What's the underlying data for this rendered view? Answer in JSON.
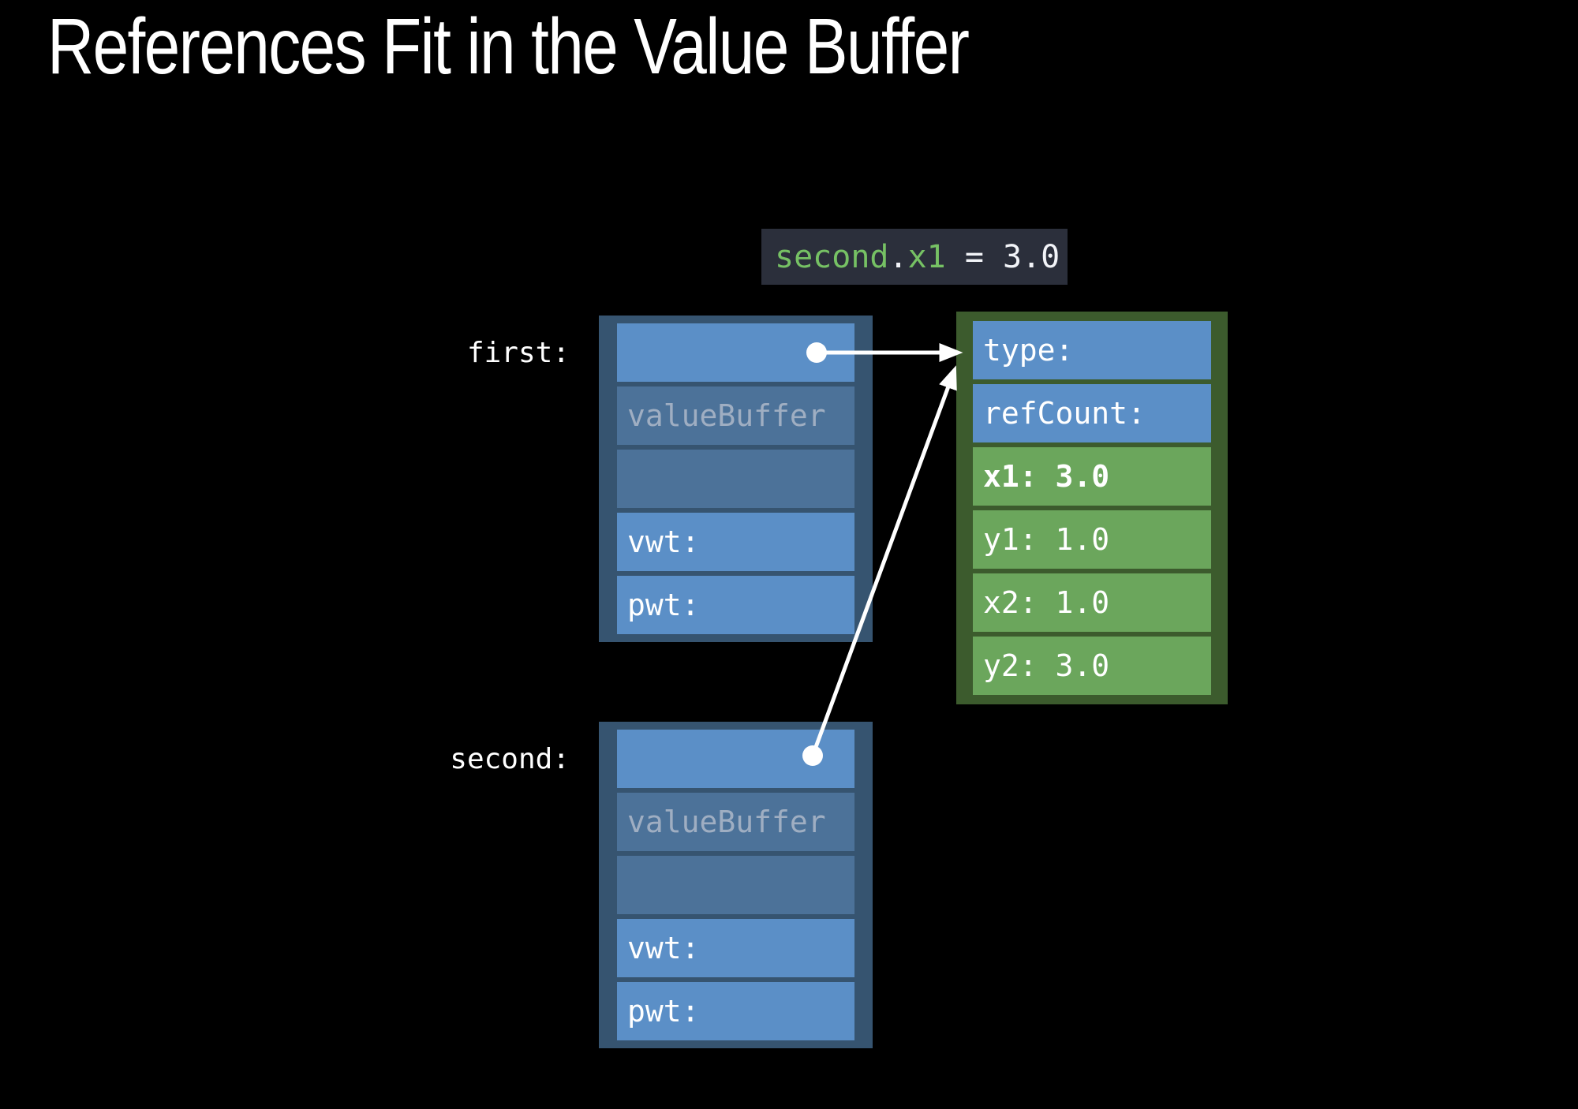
{
  "title": "References Fit in the Value Buffer",
  "code_annotation": {
    "full_text": "second.x1 = 3.0",
    "object": "second",
    "dot": ".",
    "property": "x1",
    "assignment": " = 3.0"
  },
  "first_box": {
    "label": "first:",
    "rows": [
      {
        "text": "",
        "style": "bright-blue-reference-slot"
      },
      {
        "text": "valueBuffer",
        "style": "muted-blue"
      },
      {
        "text": "",
        "style": "muted-blue"
      },
      {
        "text": "vwt:",
        "style": "bright-blue"
      },
      {
        "text": "pwt:",
        "style": "bright-blue"
      }
    ]
  },
  "second_box": {
    "label": "second:",
    "rows": [
      {
        "text": "",
        "style": "bright-blue-reference-slot"
      },
      {
        "text": "valueBuffer",
        "style": "muted-blue"
      },
      {
        "text": "",
        "style": "muted-blue"
      },
      {
        "text": "vwt:",
        "style": "bright-blue"
      },
      {
        "text": "pwt:",
        "style": "bright-blue"
      }
    ]
  },
  "heap_box": {
    "rows": [
      {
        "text": "type:",
        "style": "blue"
      },
      {
        "text": "refCount:",
        "style": "blue"
      },
      {
        "text": "x1: 3.0",
        "style": "green-bold"
      },
      {
        "text": "y1: 1.0",
        "style": "green"
      },
      {
        "text": "x2: 1.0",
        "style": "green"
      },
      {
        "text": "y2: 3.0",
        "style": "green"
      }
    ]
  },
  "arrows": [
    {
      "from": "first.reference-slot",
      "to": "heap.type-row"
    },
    {
      "from": "second.reference-slot",
      "to": "heap.type-row"
    }
  ],
  "colors": {
    "background": "#000000",
    "title_text": "#FFFFFF",
    "bright_blue_row": "#5B8FC7",
    "muted_blue_row": "#4C7299",
    "blue_container": "#365470",
    "green_row": "#6BA65C",
    "green_container": "#3C5B2D",
    "code_background": "#2B2F3B",
    "code_green": "#76C164",
    "code_white": "#F2F4F8",
    "value_buffer_text": "#9FAEC2",
    "arrow": "#FFFFFF"
  }
}
